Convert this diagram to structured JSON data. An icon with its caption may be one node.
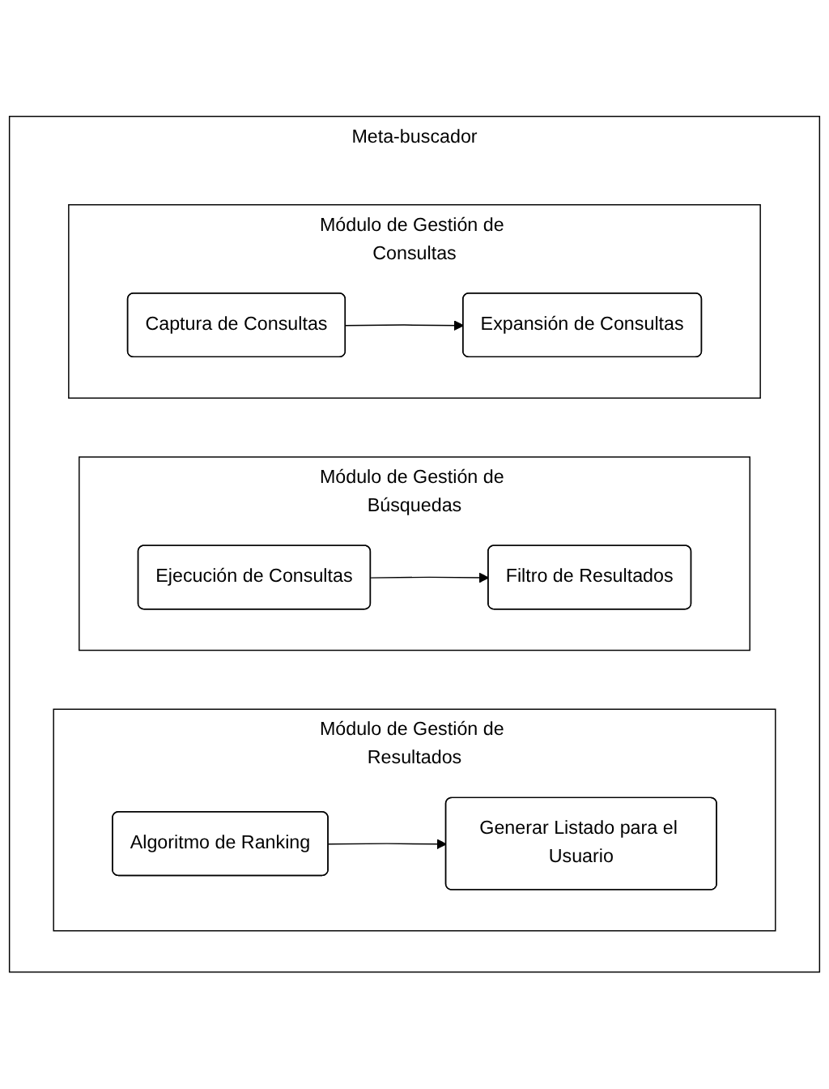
{
  "diagram": {
    "nodes": [
      {
        "text": [
          "Meta-buscador"
        ]
      },
      {
        "text": [
          "Módulo de Gestión de Consultas"
        ],
        "in": 0
      },
      {
        "text": [
          "Captura de Consultas"
        ],
        "in": 1
      },
      {
        "text": [
          "Expansión de Consultas"
        ],
        "in": 1
      },
      {
        "text": [
          "Módulo de Gestión de Búsquedas"
        ],
        "in": 0
      },
      {
        "text": [
          "Ejecución de Consultas"
        ],
        "in": 4
      },
      {
        "text": [
          "Filtro de Resultados"
        ],
        "in": 4
      },
      {
        "text": [
          "Módulo de Gestión de Resultados"
        ],
        "in": 0
      },
      {
        "text": [
          "Algoritmo de Ranking"
        ],
        "in": 7
      },
      {
        "text": [
          "Generar Listado para el Usuario"
        ],
        "in": 7
      }
    ],
    "edges": [
      {
        "from": 2,
        "to": 3,
        "arrow": "to"
      },
      {
        "from": 5,
        "to": 6,
        "arrow": "to"
      },
      {
        "from": 8,
        "to": 9,
        "arrow": "to"
      }
    ]
  }
}
